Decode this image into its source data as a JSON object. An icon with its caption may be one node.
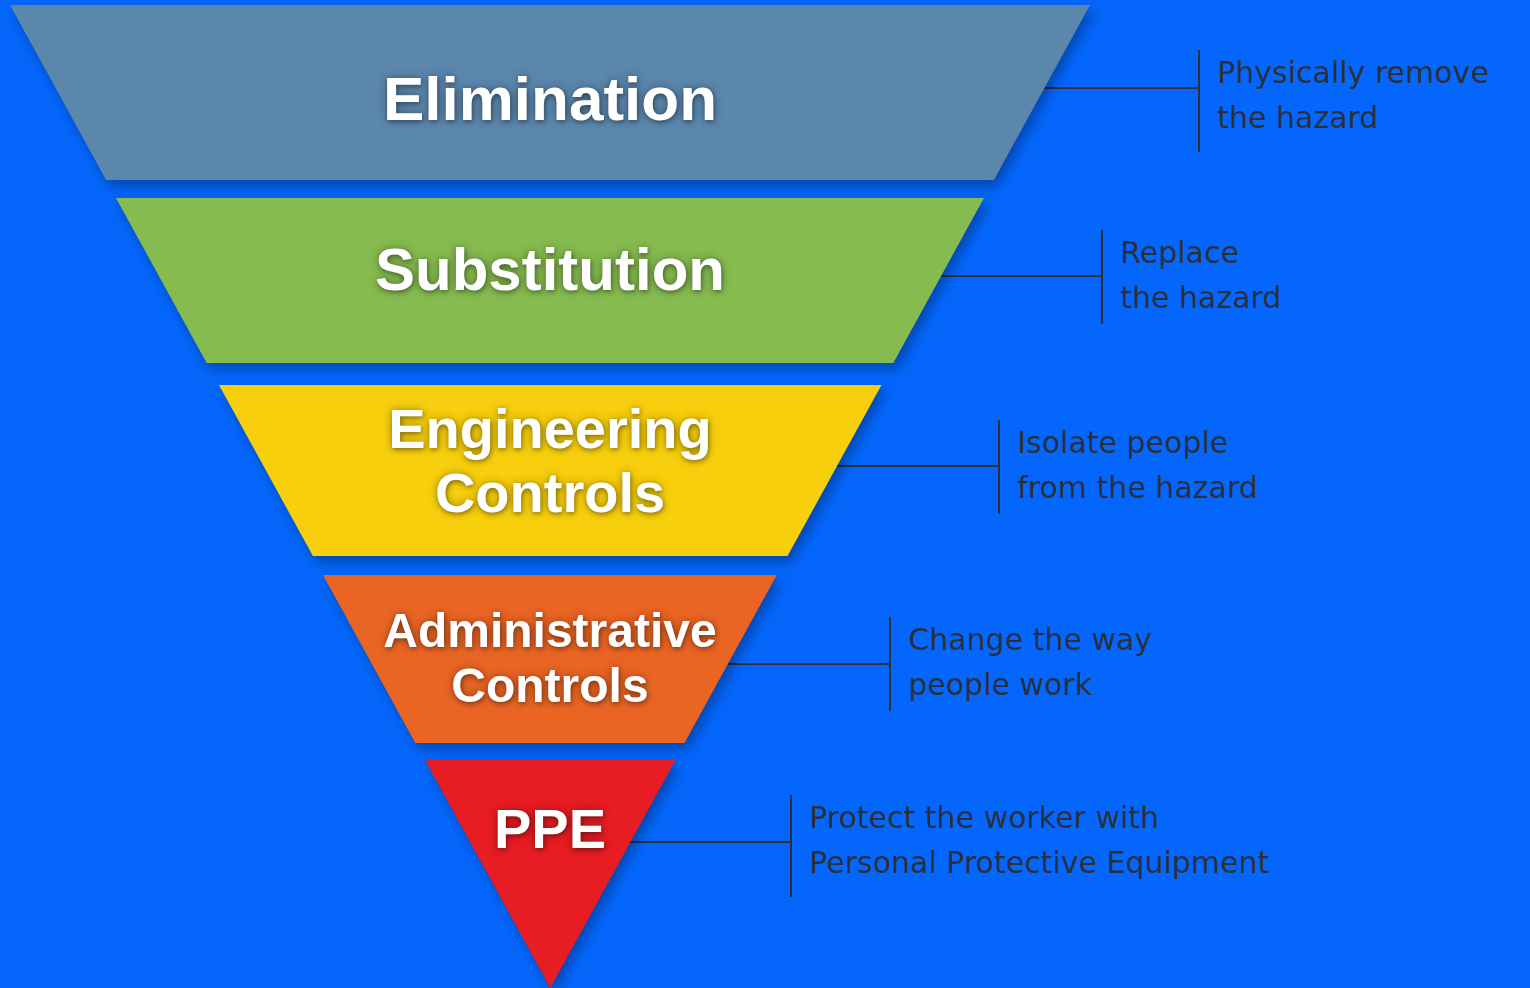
{
  "diagram": {
    "nodes": [
      {
        "text": [
          "Elimination"
        ]
      },
      {
        "text": [
          "Substitution"
        ]
      },
      {
        "text": [
          "Engineering Controls"
        ]
      },
      {
        "text": [
          "Administrative Controls"
        ]
      },
      {
        "text": [
          "PPE"
        ]
      },
      {
        "text": [
          "Physically remove the hazard"
        ]
      },
      {
        "text": [
          "Replace the hazard"
        ]
      },
      {
        "text": [
          "Isolate people from the hazard"
        ]
      },
      {
        "text": [
          "Change the way people work"
        ]
      },
      {
        "text": [
          "Protect the worker with Personal Protective Equipment"
        ]
      }
    ],
    "edges": [
      {
        "from": 5,
        "to": 0,
        "arrow": "none"
      },
      {
        "from": 6,
        "to": 1,
        "arrow": "none"
      },
      {
        "from": 7,
        "to": 2,
        "arrow": "none"
      },
      {
        "from": 8,
        "to": 3,
        "arrow": "none"
      },
      {
        "from": 9,
        "to": 4,
        "arrow": "none"
      }
    ]
  }
}
